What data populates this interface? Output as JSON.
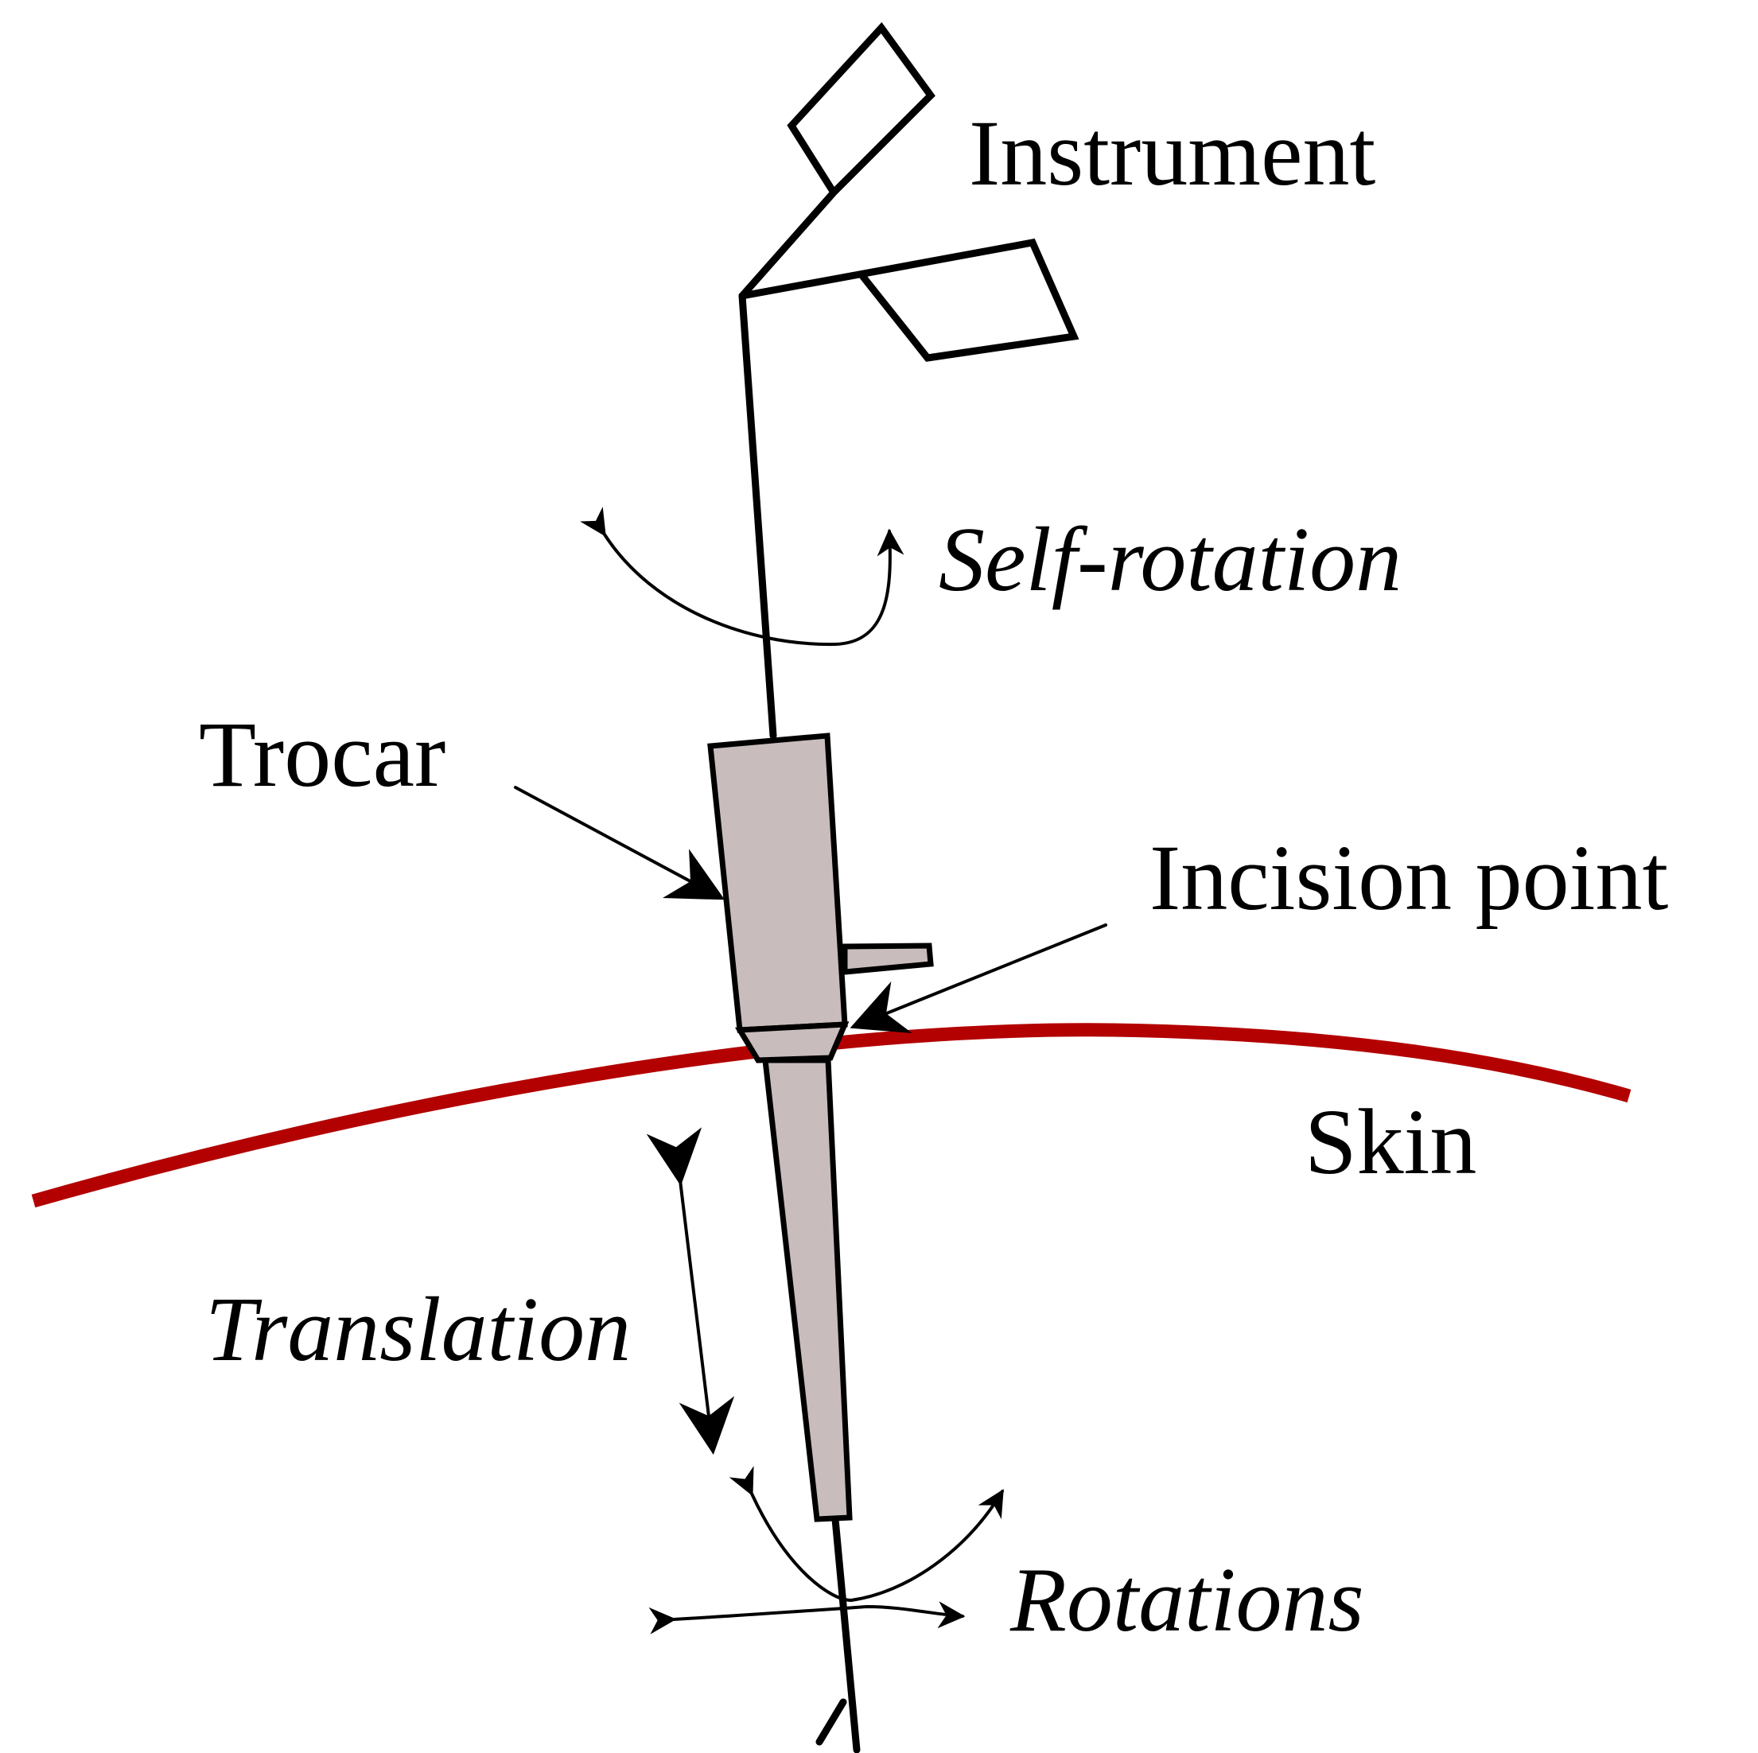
{
  "labels": {
    "instrument": "Instrument",
    "self_rotation": "Self-rotation",
    "trocar": "Trocar",
    "incision_point": "Incision point",
    "skin": "Skin",
    "translation": "Translation",
    "rotations": "Rotations"
  },
  "colors": {
    "ink": "#000000",
    "skin": "#b30000",
    "trocar_fill": "#c8bcbc",
    "background": "#ffffff"
  }
}
